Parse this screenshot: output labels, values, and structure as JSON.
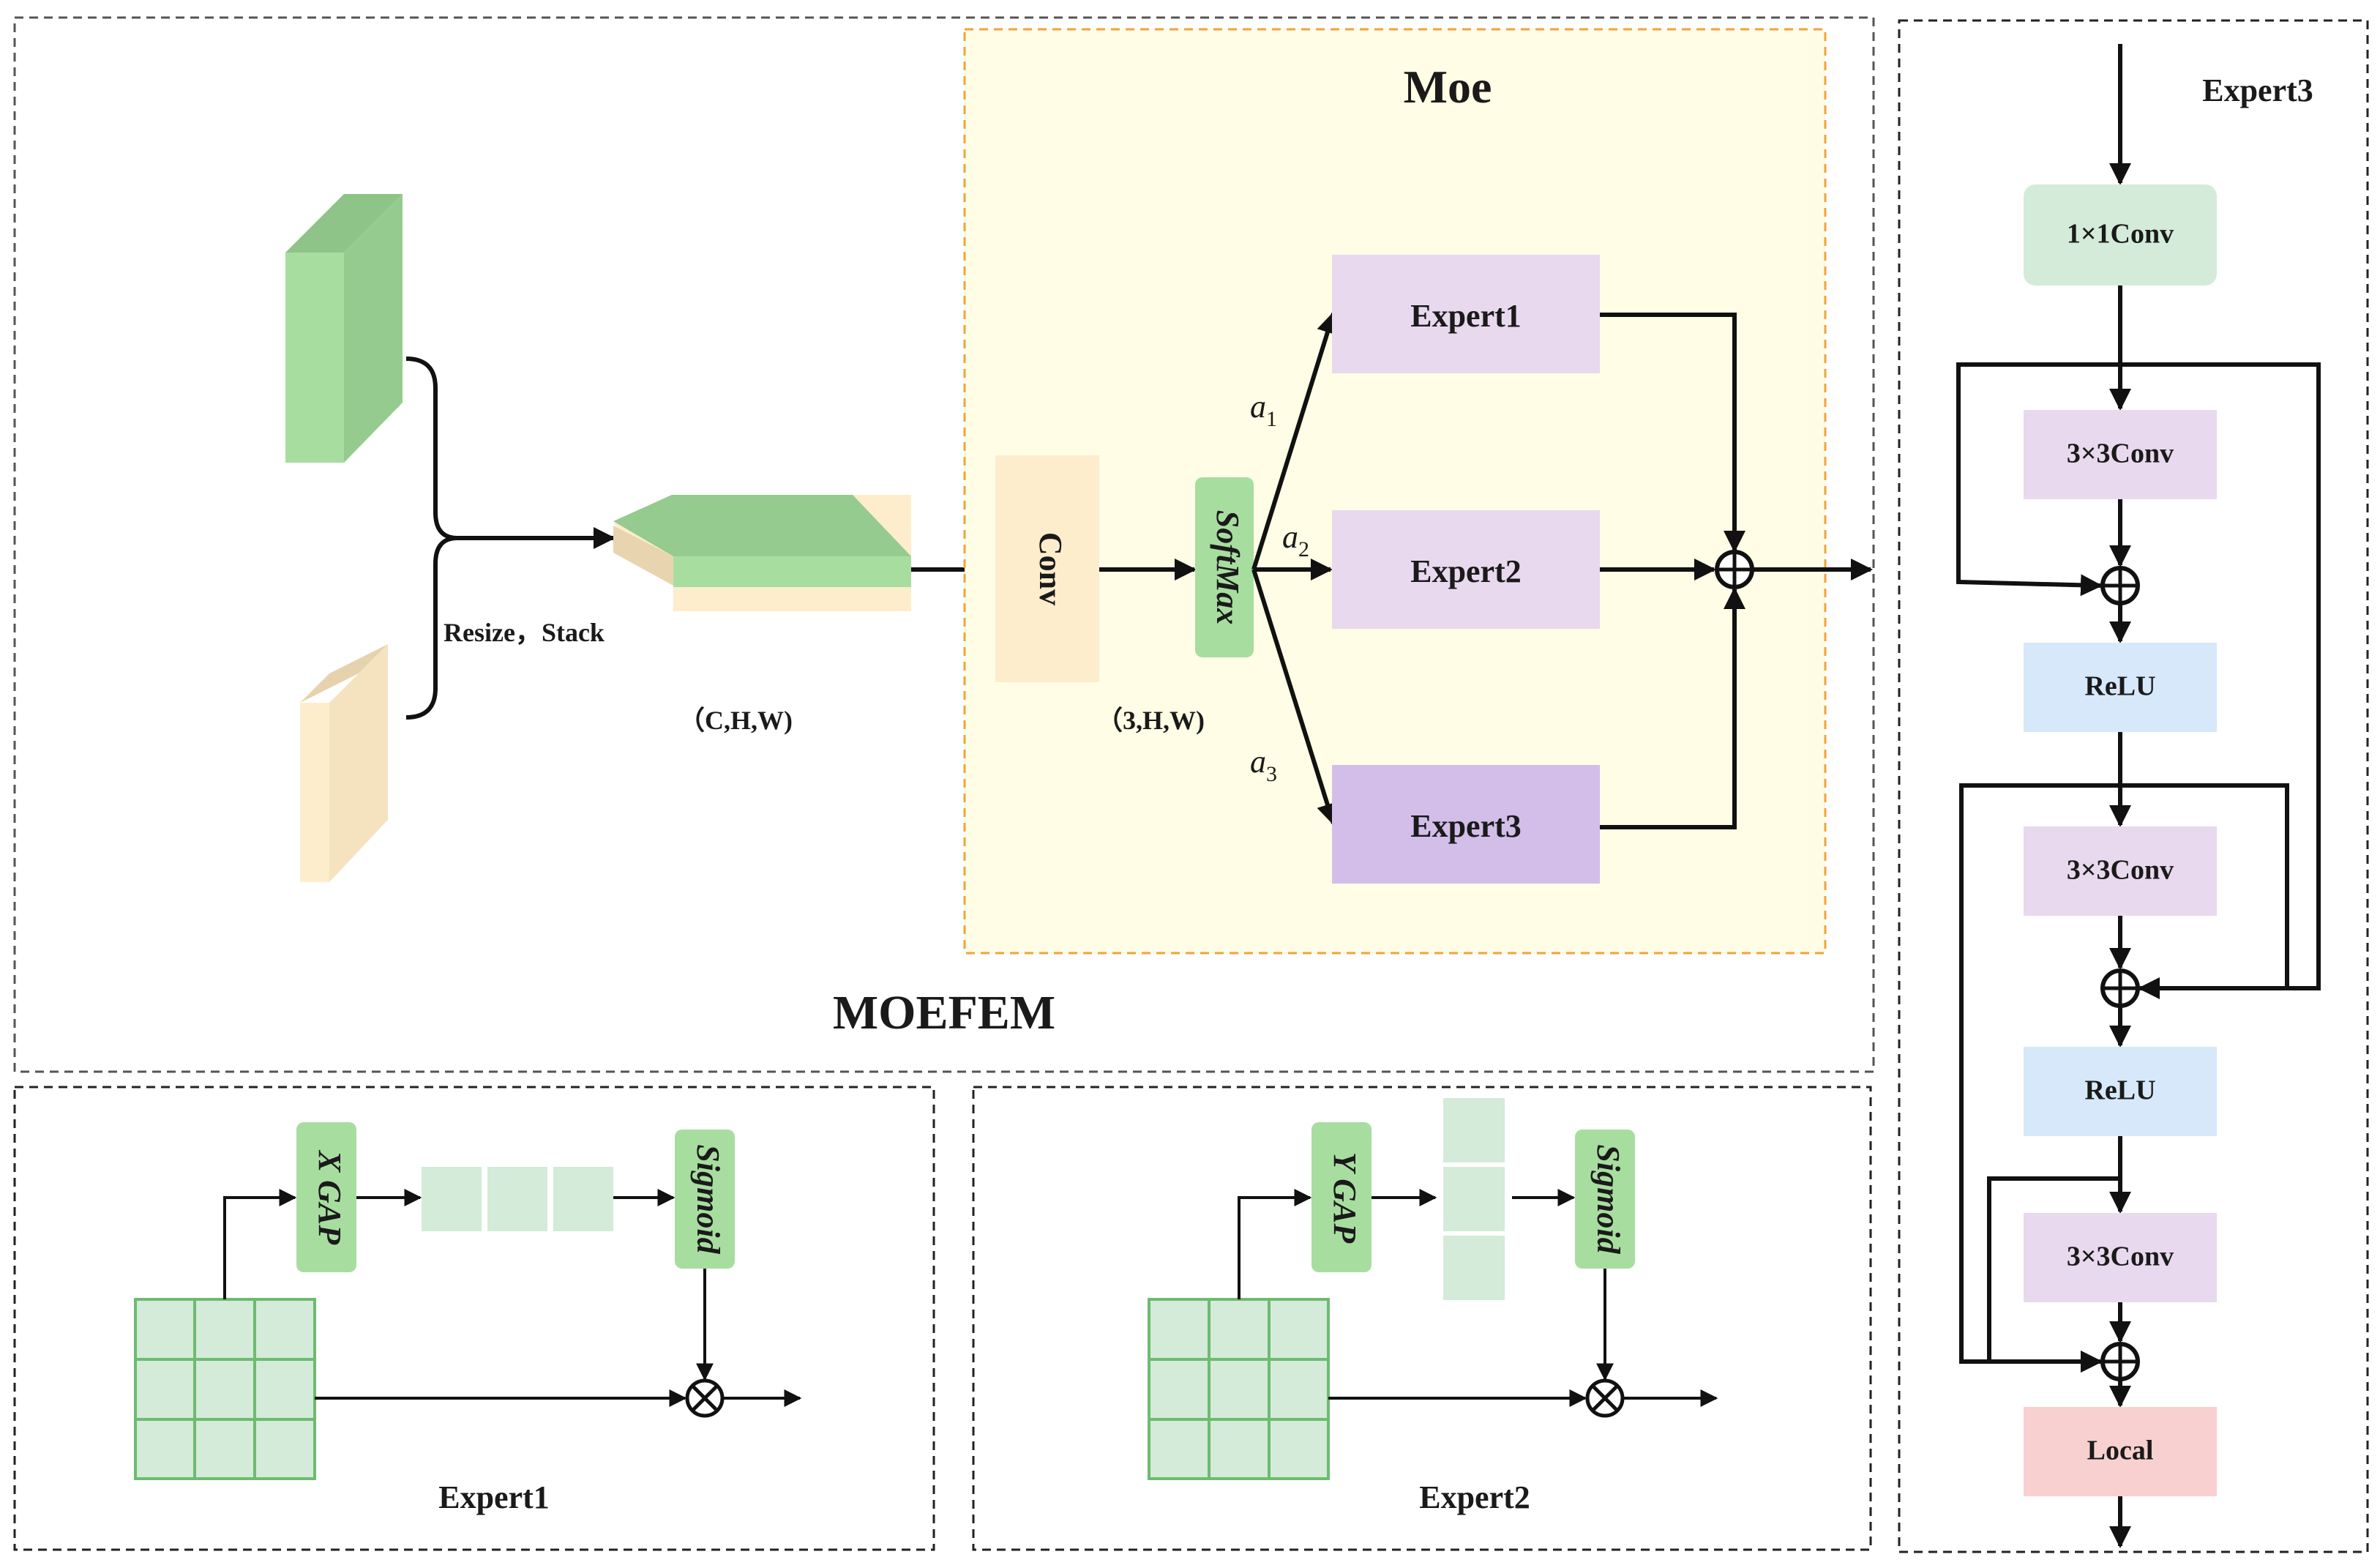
{
  "moefem": {
    "title": "MOEFEM",
    "resize_stack_label": "Resize，Stack",
    "chw_label": "（C,H,W)",
    "three_hw_label": "（3,H,W)",
    "conv_label": "Conv",
    "softmax_label": "SoftMax"
  },
  "moe": {
    "title": "Moe",
    "experts": [
      "Expert1",
      "Expert2",
      "Expert3"
    ],
    "weight_symbol": "a",
    "weight_subscripts": [
      "1",
      "2",
      "3"
    ]
  },
  "expert1_panel": {
    "title": "Expert1",
    "gap_label": "X GAP",
    "sigmoid_label": "Sigmoid"
  },
  "expert2_panel": {
    "title": "Expert2",
    "gap_label": "Y GAP",
    "sigmoid_label": "Sigmoid"
  },
  "expert3_panel": {
    "title": "Expert3",
    "blocks": [
      "1×1Conv",
      "3×3Conv",
      "ReLU",
      "3×3Conv",
      "ReLU",
      "3×3Conv",
      "Local"
    ]
  },
  "colors": {
    "green": "#a8dda0",
    "green_dark": "#8ec487",
    "green_light": "#d3ebd8",
    "cream": "#fdedcc",
    "purple_light": "#e8d9ee",
    "purple": "#d3bde9",
    "blue_light": "#d6e8f9",
    "pink": "#f8d0d0",
    "moe_bg": "#fffde5",
    "moefem_bg": "#f4f4f4"
  }
}
